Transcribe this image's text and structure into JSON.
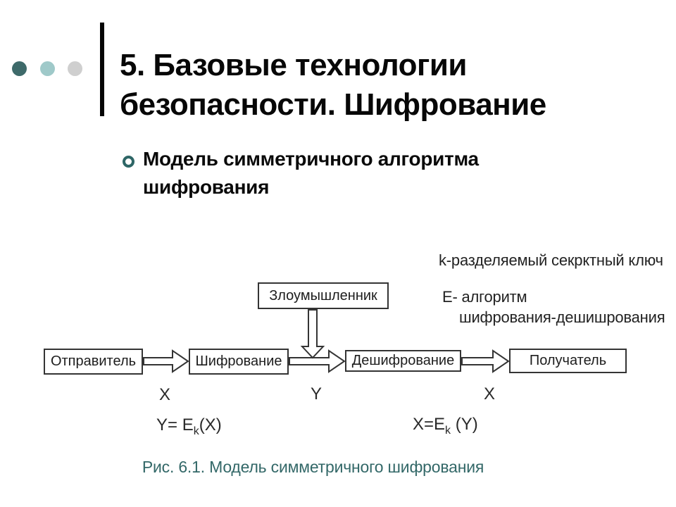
{
  "slide": {
    "title": {
      "line1": "5. Базовые технологии",
      "line2": "безопасности. Шифрование"
    },
    "bullet": {
      "line1": "Модель симметричного алгоритма",
      "line2": "шифрования"
    },
    "caption": "Рис. 6.1. Модель симметричного шифрования"
  },
  "diagram": {
    "boxes": {
      "sender": "Отправитель",
      "encrypt": "Шифрование",
      "intruder": "Злоумышленник",
      "decrypt": "Дешифрование",
      "receiver": "Получатель"
    },
    "flow_labels": {
      "x1": "X",
      "y": "Y",
      "x2": "X"
    },
    "annotations": {
      "key_note": "k-разделяемый секрктный ключ",
      "algo_note_line1": "E- алгоритм",
      "algo_note_line2": "шифрования-дешишрования"
    },
    "formulas": {
      "left": {
        "base": "Y= E",
        "sub": "k",
        "rest": "(X)"
      },
      "right": {
        "base": "X=E",
        "sub": "k",
        "rest": " (Y)"
      }
    }
  },
  "colors": {
    "dot_dark_teal": "#3E6A6A",
    "dot_light_teal": "#9FC9C9",
    "dot_gray": "#CFCFCF",
    "bullet_ring": "#2E6666",
    "caption_teal": "#336868",
    "diagram_stroke": "#343434"
  }
}
